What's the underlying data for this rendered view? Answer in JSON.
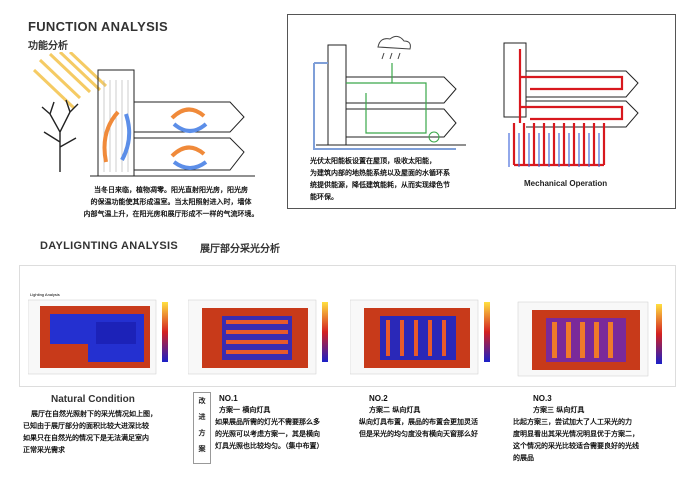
{
  "function": {
    "title": "FUNCTION ANALYSIS",
    "subtitle_cn": "功能分析",
    "left_text": [
      "当冬日来临，植物凋零。阳光直射阳光房，阳光房",
      "的保温功能使其形成温室。当太阳照射进入时，墙体",
      "内部气温上升，在阳光房和展厅形成不一样的气流环境。"
    ],
    "right_text": [
      "光伏太阳能板设置在屋顶，吸收太阳能，",
      "为建筑内部的地热能系统以及屋面的水循环系",
      "统提供能源，降低建筑能耗，从而实现绿色节",
      "能环保。"
    ],
    "mechanical_label": "Mechanical Operation"
  },
  "daylight": {
    "title": "DAYLIGNTING ANALYSIS",
    "subtitle_cn": "展厅部分采光分析",
    "natural_title": "Natural Condition",
    "natural_text": [
      "展厅在自然光照射下的采光情况如上图，",
      "已知由于展厅部分的面积比较大进深比较",
      "如果只在自然光的情况下是无法满足室内",
      "正常采光需求"
    ],
    "improve_label": [
      "改",
      "进",
      "方",
      "案"
    ],
    "schemes": [
      {
        "no": "NO.1",
        "name": "方案一   横向灯具",
        "text": [
          "如果展品所需的灯光不需要那么多",
          "的光照可以考虑方案一，其是横向",
          "灯具光照也比较均匀。（集中布置）"
        ]
      },
      {
        "no": "NO.2",
        "name": "方案二   纵向灯具",
        "text": [
          "纵向灯具布置，展品的布置会更加灵活",
          "但是采光的均匀度没有横向天窗那么好"
        ]
      },
      {
        "no": "NO.3",
        "name": "方案三   纵向灯具",
        "text": [
          "比起方案三，尝试加大了人工采光的力",
          "度明显看出其采光情况明显优于方案二，",
          "这个情况的采光比较适合需要良好的光线",
          "的展品"
        ]
      }
    ],
    "plot_caption": "Lighting Analysis"
  },
  "colors": {
    "blue": "#2f3fd8",
    "red": "#d42020",
    "orange": "#f08a3a",
    "line_green": "#3aa84a",
    "pipe_red": "#d8181e",
    "frame_blue": "#7f9fd8"
  }
}
